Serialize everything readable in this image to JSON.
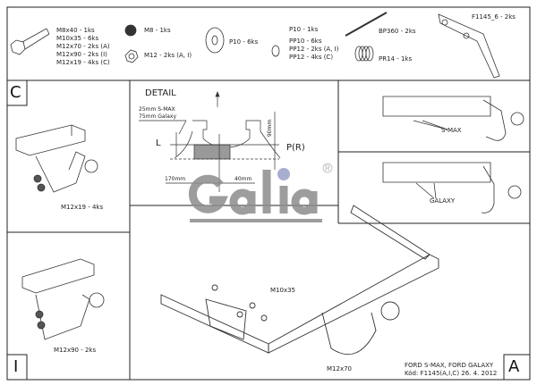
{
  "parts": {
    "bolts": [
      "M8x40 - 1ks",
      "M10x35 - 6ks",
      "M12x70 - 2ks (A)",
      "M12x90 - 2ks (I)",
      "M12x19 - 4ks (C)"
    ],
    "nut_m8": "M8 - 1ks",
    "nut_m12": "M12 - 2ks (A, I)",
    "washer_p10": "P10 - 6ks",
    "washers_small": [
      "P10 - 1ks",
      "PP10 - 6ks",
      "PP12 - 2ks (A, I)",
      "PP12 - 4ks (C)"
    ],
    "cable_tie": "BP360 - 2ks",
    "spring": "PR14 - 1ks",
    "bracket": "F1145_6 - 2ks"
  },
  "detail": {
    "title": "DETAIL",
    "offset_label_1": "25mm S-MAX",
    "offset_label_2": "75mm Galaxy",
    "l_label": "L",
    "height_dim": "90mm",
    "pr_label": "P(R)",
    "dim_left": "170mm",
    "dim_right": "40mm"
  },
  "panels": {
    "c_letter": "C",
    "c_label": "M12x19 - 4ks",
    "i_letter": "I",
    "i_label": "M12x90 - 2ks",
    "a_letter": "A",
    "smax_label": "S-MAX",
    "galaxy_label": "GALAXY",
    "main_bolt_label": "M10x35",
    "main_ball_label": "M12x70"
  },
  "logo": {
    "text": "Galia",
    "mark": "®"
  },
  "footer": {
    "model": "FORD S-MAX, FORD GALAXY",
    "code": "Kód: F1145(A,I,C)  26. 4. 2012"
  }
}
